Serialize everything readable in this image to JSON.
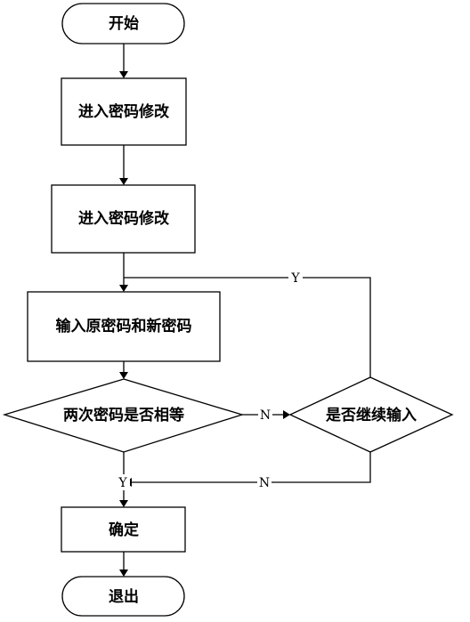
{
  "nodes": {
    "start": "开始",
    "step1": "进入密码修改",
    "step2": "进入密码修改",
    "input": "输入原密码和新密码",
    "compare": "两次密码是否相等",
    "continue": "是否继续输入",
    "confirm": "确定",
    "exit": "退出"
  },
  "edges": {
    "continue_yes": "Y",
    "compare_no": "N",
    "continue_no": "N",
    "compare_yes": "Y"
  }
}
